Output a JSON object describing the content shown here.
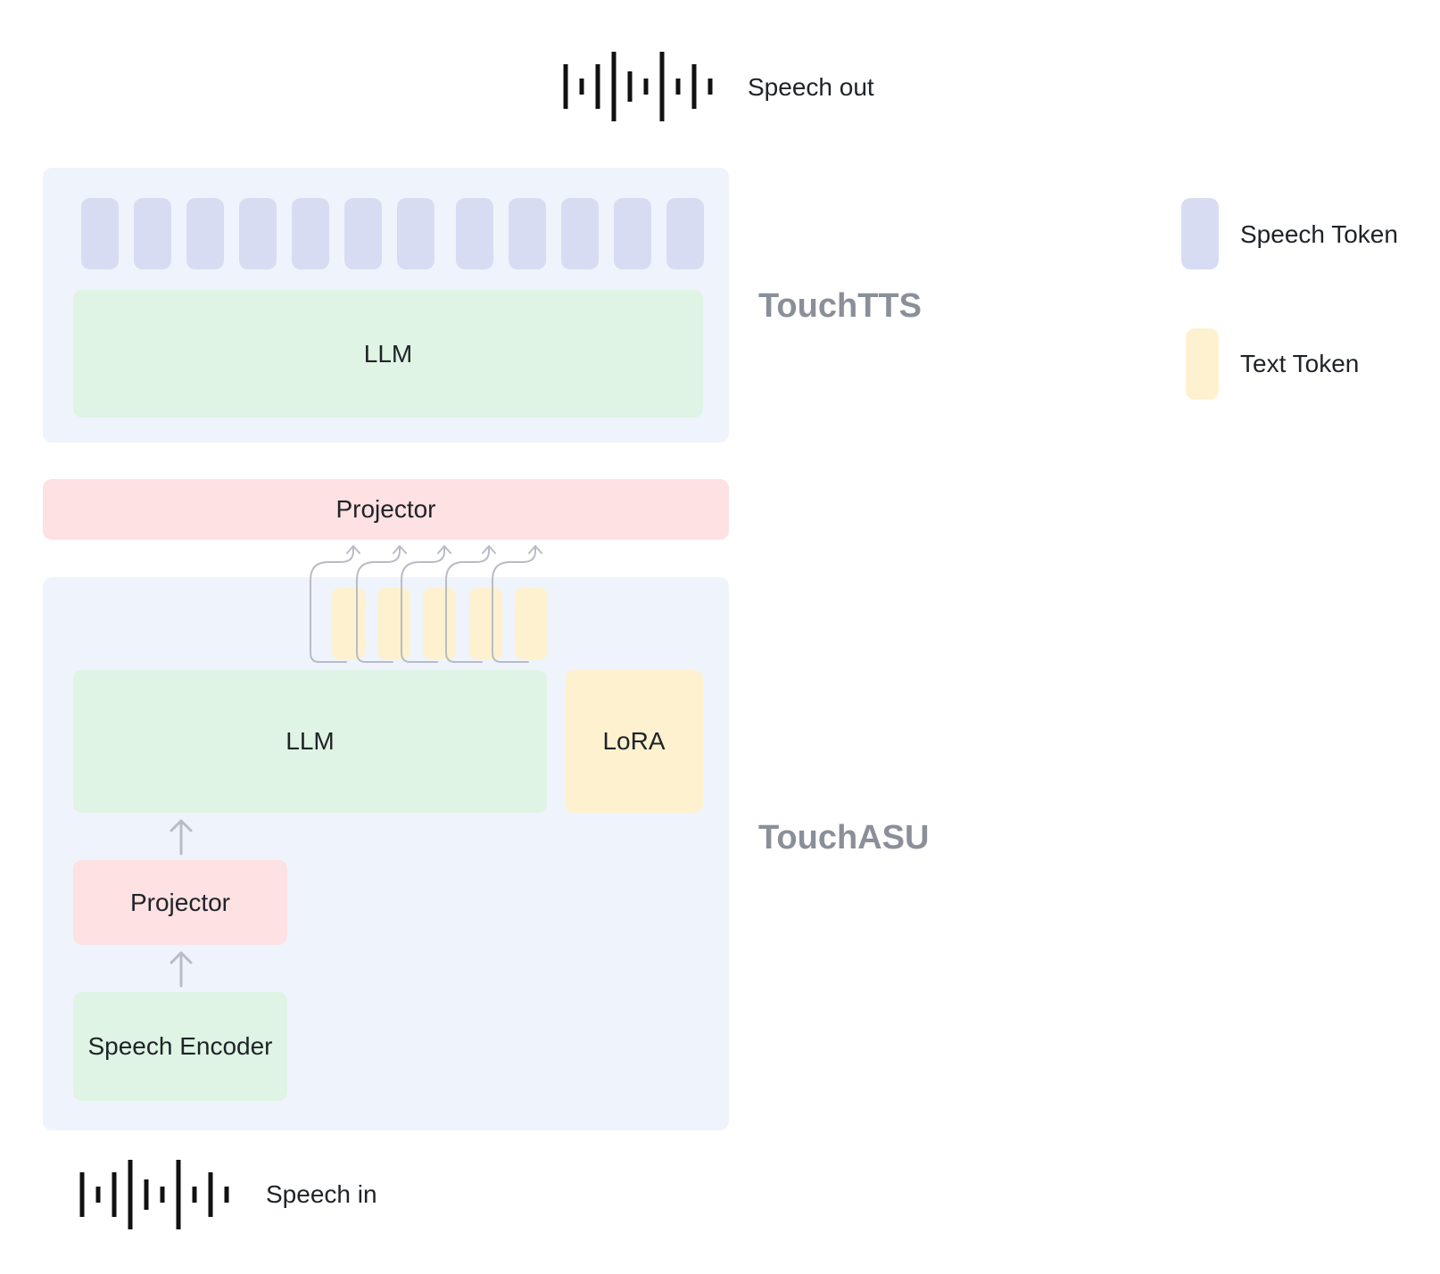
{
  "speech_out": {
    "label": "Speech out",
    "icon": "waveform-icon"
  },
  "speech_in": {
    "label": "Speech in",
    "icon": "waveform-icon"
  },
  "touch_tts": {
    "title": "TouchTTS",
    "llm_label": "LLM",
    "speech_token_count": 12
  },
  "projector_between": {
    "label": "Projector"
  },
  "touch_asu": {
    "title": "TouchASU",
    "llm_label": "LLM",
    "lora_label": "LoRA",
    "projector_label": "Projector",
    "encoder_label": "Speech Encoder",
    "text_token_count": 5
  },
  "legend": {
    "speech_token": "Speech Token",
    "text_token": "Text Token"
  },
  "colors": {
    "panel": "#eff3fb",
    "llm_green": "#dff4e4",
    "projector_pink": "#fde1e3",
    "lora_yellow": "#fdf1cf",
    "speech_token": "#d8dcf3",
    "text_token": "#fdf1cf",
    "section_title": "#8a8f99",
    "arrow": "#b9bcc4"
  }
}
